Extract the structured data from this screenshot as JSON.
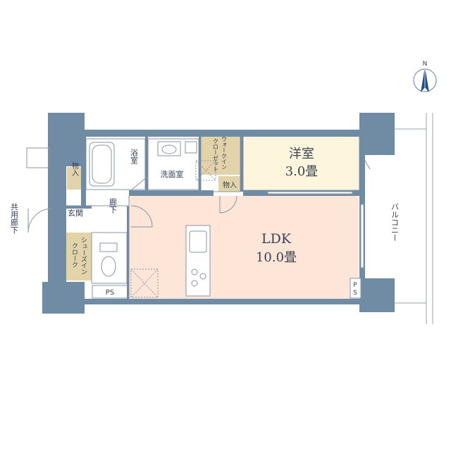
{
  "colors": {
    "wall": "#6f8ca4",
    "ldk_floor": "#fde6d7",
    "bedroom_floor": "#fdf6dd",
    "storage": "#e3d3a8",
    "text": "#333f52",
    "line": "#8a94a3"
  },
  "compass": {
    "label": "N"
  },
  "rooms": {
    "ldk_name": "LDK",
    "ldk_size": "10.0畳",
    "bedroom_name": "洋室",
    "bedroom_size": "3.0畳",
    "bath": "浴室",
    "washroom": "洗面室",
    "walkin_line1": "ウォークイン",
    "walkin_line2": "クローゼット",
    "storage_right": "物入",
    "storage_left": "物入",
    "entrance": "玄関",
    "hallway": "廊下",
    "shoes_line1": "シューズイン",
    "shoes_line2": "クローク",
    "ps_bottom": "PS",
    "ps_right_1": "P",
    "ps_right_2": "S",
    "corridor": "共用廊下",
    "balcony": "バルコニー"
  }
}
